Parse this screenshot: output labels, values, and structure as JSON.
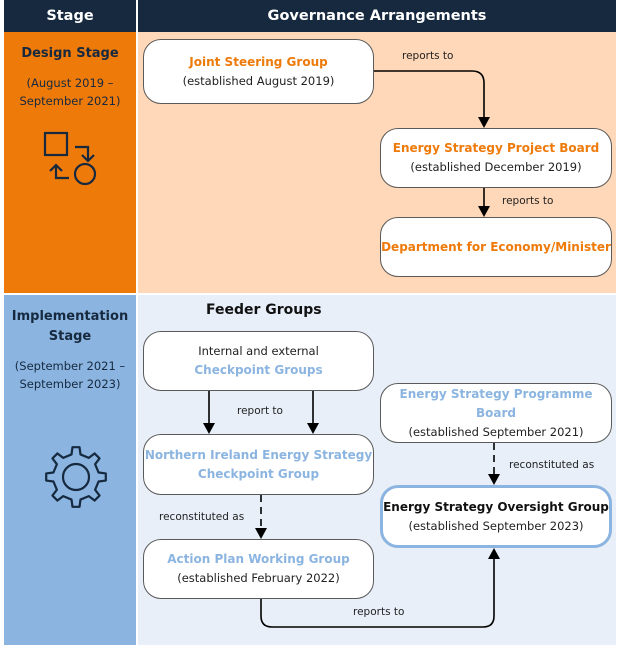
{
  "header": {
    "stage_label": "Stage",
    "governance_label": "Governance Arrangements"
  },
  "colors": {
    "header_navy": "#16293f",
    "design_orange": "#ee7a0a",
    "design_peach": "#fed8b8",
    "impl_blue": "#8bb5e0",
    "impl_light": "#e8eff9"
  },
  "design_stage": {
    "title": "Design Stage",
    "dates_line1": "(August 2019 –",
    "dates_line2": "September 2021)",
    "icon": "shapes-flow-icon",
    "nodes": {
      "joint_steering": {
        "name": "Joint Steering Group",
        "established": "(established August 2019)"
      },
      "project_board": {
        "name": "Energy Strategy Project Board",
        "established": "(established December 2019)"
      },
      "department": {
        "name": "Department for Economy/Minister"
      }
    },
    "edges": {
      "joint_to_board": "reports to",
      "board_to_dept": "reports to"
    }
  },
  "implementation_stage": {
    "title_line1": "Implementation",
    "title_line2": "Stage",
    "dates_line1": "(September 2021 –",
    "dates_line2": "September 2023)",
    "icon": "gear-icon",
    "feeder_heading": "Feeder Groups",
    "nodes": {
      "checkpoint_groups": {
        "line1": "Internal and external",
        "name": "Checkpoint Groups"
      },
      "ni_checkpoint": {
        "name_line1": "Northern Ireland Energy Strategy",
        "name_line2": "Checkpoint Group"
      },
      "action_plan": {
        "name": "Action Plan Working Group",
        "established": "(established February 2022)"
      },
      "programme_board": {
        "name": "Energy Strategy Programme Board",
        "established": "(established September 2021)"
      },
      "oversight_group": {
        "name": "Energy Strategy Oversight Group",
        "established": "(established September 2023)"
      }
    },
    "edges": {
      "checkpoint_to_ni": "report to",
      "ni_to_action": "reconstituted as",
      "programme_to_oversight": "reconstituted as",
      "action_to_oversight": "reports to"
    }
  }
}
